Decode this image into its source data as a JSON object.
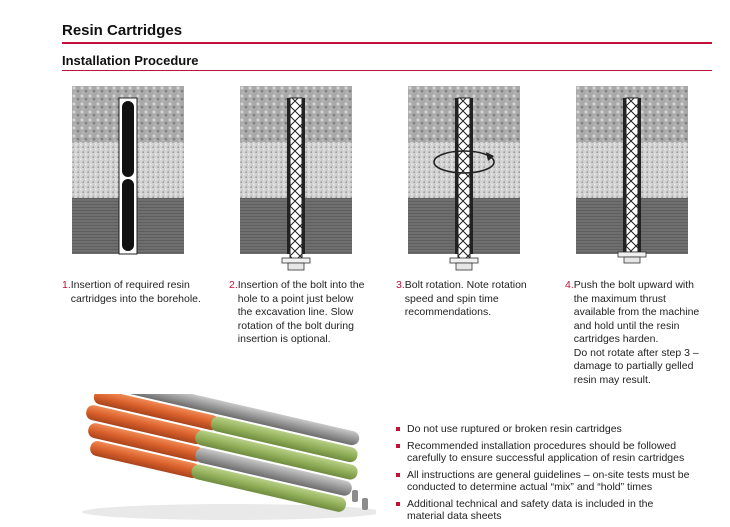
{
  "header": {
    "title": "Resin Cartridges",
    "subtitle": "Installation Procedure"
  },
  "colors": {
    "accent": "#c2123c"
  },
  "steps": [
    {
      "number": "1.",
      "lines": [
        "Insertion of required resin",
        "cartridges into the borehole."
      ]
    },
    {
      "number": "2.",
      "lines": [
        "Insertion of the bolt into the",
        "hole to a point just below",
        "the excavation line. Slow",
        "rotation of the bolt during",
        "insertion is optional."
      ]
    },
    {
      "number": "3.",
      "lines": [
        "Bolt rotation. Note rotation",
        "speed and spin time",
        "recommendations."
      ]
    },
    {
      "number": "4.",
      "lines": [
        "Push the bolt upward with",
        "the maximum thrust",
        "available from the machine",
        "and hold until the resin",
        "cartridges harden.",
        "Do not rotate after step 3 –",
        "damage to partially gelled",
        "resin may result."
      ]
    }
  ],
  "notes": [
    {
      "lines": [
        "Do not use ruptured or broken resin cartridges"
      ]
    },
    {
      "lines": [
        "Recommended installation procedures should be followed",
        "carefully to ensure successful application of resin cartridges"
      ]
    },
    {
      "lines": [
        "All instructions are general guidelines – on-site tests must be",
        "conducted to determine actual “mix” and “hold” times"
      ]
    },
    {
      "lines": [
        "Additional technical and safety data is included in the",
        "material data sheets"
      ]
    }
  ]
}
